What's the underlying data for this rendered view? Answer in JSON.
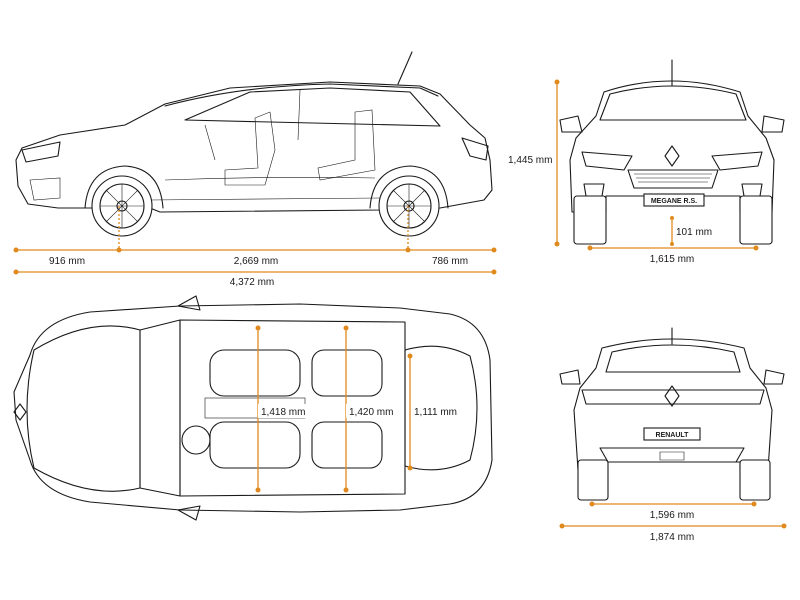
{
  "dimensions": {
    "side_front_overhang": "916 mm",
    "side_wheelbase": "2,669 mm",
    "side_rear_overhang": "786 mm",
    "side_total_length": "4,372 mm",
    "front_height": "1,445 mm",
    "front_ground_clearance": "101 mm",
    "front_track": "1,615 mm",
    "top_front_shoulder": "1,418 mm",
    "top_rear_shoulder": "1,420 mm",
    "top_boot_width": "1,111 mm",
    "rear_track": "1,596 mm",
    "rear_width": "1,874 mm"
  },
  "badges": {
    "front_plate": "MEGANE R.S.",
    "rear_plate": "RENAULT"
  },
  "colors": {
    "dimension_line": "#e08a1e",
    "line_art": "#1a1a1a",
    "background": "#ffffff"
  }
}
